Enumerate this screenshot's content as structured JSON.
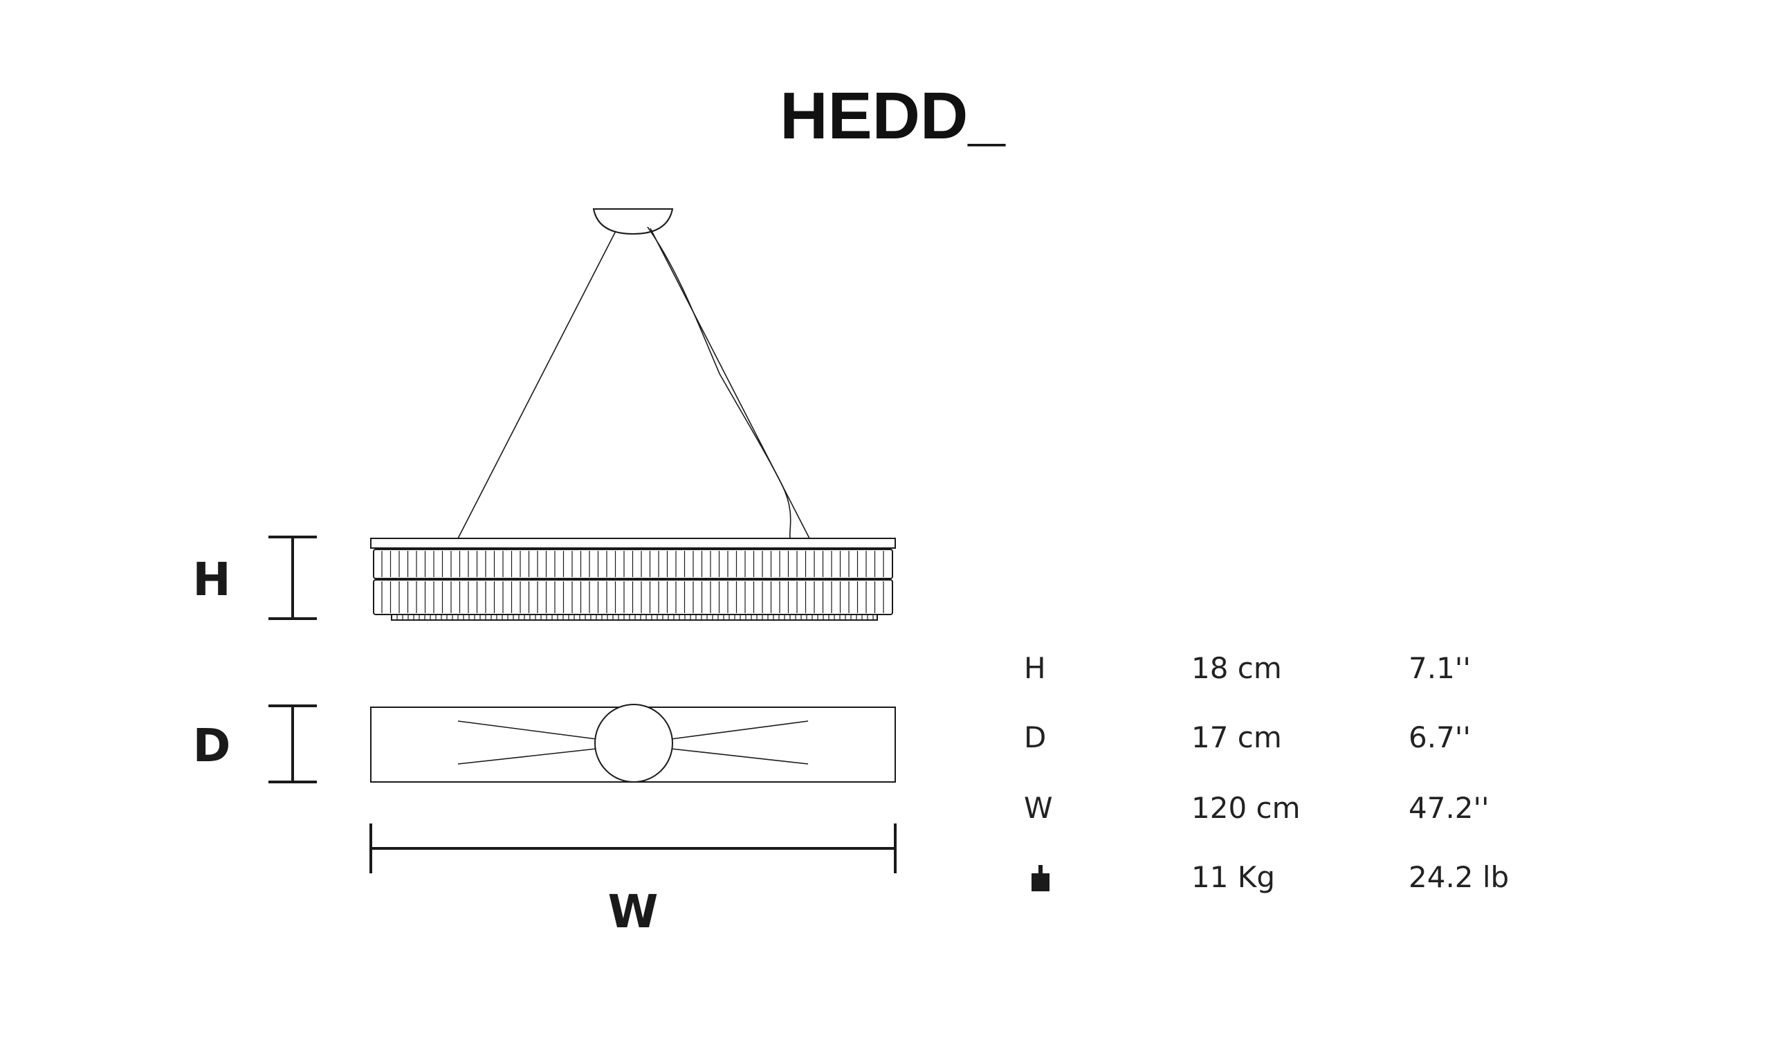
{
  "product": {
    "title": "HEDD_"
  },
  "dimension_labels": {
    "height": "H",
    "depth": "D",
    "width": "W"
  },
  "specs": [
    {
      "label": "H",
      "metric": "18 cm",
      "imperial": "7.1''"
    },
    {
      "label": "D",
      "metric": "17 cm",
      "imperial": "6.7''"
    },
    {
      "label": "W",
      "metric": "120 cm",
      "imperial": "47.2''"
    },
    {
      "label": "",
      "icon": "weight-icon",
      "metric": "11 Kg",
      "imperial": "24.2 lb"
    }
  ],
  "colors": {
    "ink": "#1a1a1a",
    "background": "#ffffff"
  }
}
